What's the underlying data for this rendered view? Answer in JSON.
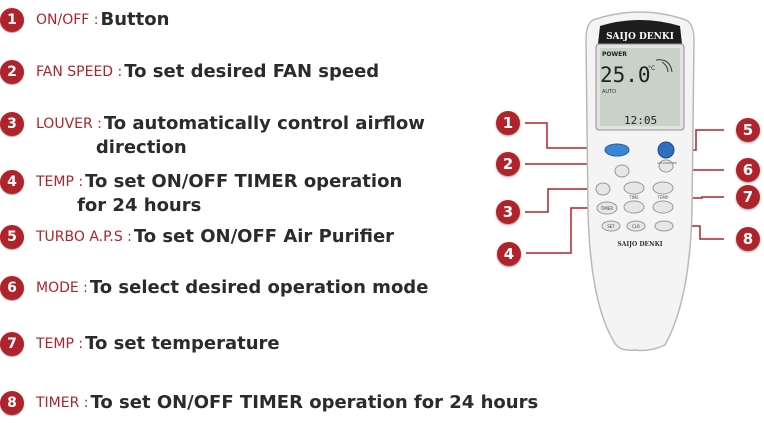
{
  "legend": [
    {
      "num": "1",
      "key": "ON/OFF :",
      "desc": [
        "Button"
      ]
    },
    {
      "num": "2",
      "key": "FAN SPEED :",
      "desc": [
        "To set desired FAN speed"
      ]
    },
    {
      "num": "3",
      "key": "LOUVER :",
      "desc": [
        "To automatically control airflow",
        "direction"
      ]
    },
    {
      "num": "4",
      "key": "TEMP :",
      "desc": [
        "To set ON/OFF TIMER operation",
        "for 24 hours"
      ]
    },
    {
      "num": "5",
      "key": "TURBO A.P.S :",
      "desc": [
        "To set ON/OFF Air Purifier"
      ]
    },
    {
      "num": "6",
      "key": "MODE :",
      "desc": [
        "To select desired operation mode"
      ]
    },
    {
      "num": "7",
      "key": "TEMP :",
      "desc": [
        "To set temperature"
      ]
    },
    {
      "num": "8",
      "key": "TIMER :",
      "desc": [
        "To set ON/OFF TIMER operation  for 24 hours"
      ]
    }
  ],
  "remote": {
    "brand": "SAIJO DENKI",
    "brand_bottom": "SAIJO DENKI",
    "screen_power": "POWER",
    "screen_temp": "25.0",
    "screen_unit": "°C",
    "screen_clock": "12:05",
    "screen_auto": "AUTO",
    "button_turbo_label": "AIR PURIFIER",
    "button_time": "TIME",
    "button_temp": "TEMP",
    "button_timer": "TIMER",
    "button_set": "SET",
    "button_clr": "CLR"
  },
  "callouts": [
    "1",
    "2",
    "3",
    "4",
    "5",
    "6",
    "7",
    "8"
  ],
  "colors": {
    "accent": "#b0232a",
    "text": "#2b2b2b"
  }
}
